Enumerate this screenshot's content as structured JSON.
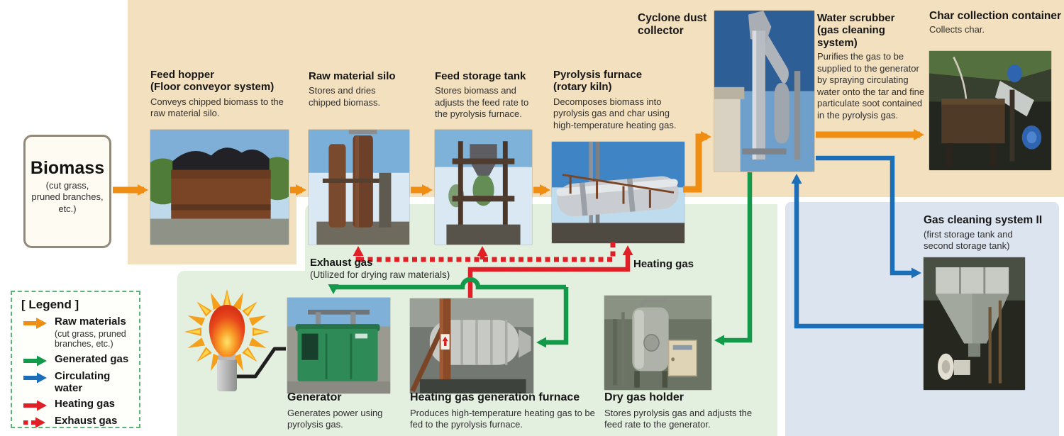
{
  "colors": {
    "raw_materials": "#EF8E13",
    "generated_gas": "#12994A",
    "circulating_water": "#1B6EB8",
    "heating_gas": "#E01F26",
    "exhaust_gas": "#E01F26",
    "panel_beige": "#F3E0BE",
    "panel_green": "#E3EFDF",
    "panel_blue": "#DCE4F0"
  },
  "biomass": {
    "title": "Biomass",
    "subtitle": "(cut grass,\npruned branches,\netc.)"
  },
  "equipment": {
    "feed_hopper": {
      "title": "Feed hopper",
      "subtitle": "(Floor conveyor system)",
      "desc": "Conveys chipped biomass to the raw material silo."
    },
    "raw_material_silo": {
      "title": "Raw material silo",
      "desc": "Stores and dries chipped biomass."
    },
    "feed_storage_tank": {
      "title": "Feed storage tank",
      "desc": "Stores biomass and adjusts the feed rate to the pyrolysis furnace."
    },
    "pyrolysis_furnace": {
      "title": "Pyrolysis furnace",
      "subtitle": "(rotary kiln)",
      "desc": "Decomposes biomass into pyrolysis gas and char using high-temperature heating gas."
    },
    "cyclone": {
      "title": "Cyclone dust\ncollector"
    },
    "water_scrubber": {
      "title": "Water scrubber",
      "subtitle": "(gas cleaning system)",
      "desc": "Purifies the gas to be supplied to the generator by spraying circulating water onto the tar and fine particulate soot contained in the pyrolysis gas."
    },
    "char_container": {
      "title": "Char collection container",
      "desc": "Collects char."
    },
    "gas_cleaning_2": {
      "title": "Gas cleaning system II",
      "subtitle": "(first storage tank and second storage tank)"
    },
    "dry_gas_holder": {
      "title": "Dry gas holder",
      "desc": "Stores pyrolysis gas and adjusts the feed rate to the generator."
    },
    "heating_furnace": {
      "title": "Heating gas generation furnace",
      "desc": "Produces high-temperature heating gas to be fed to the pyrolysis furnace."
    },
    "generator": {
      "title": "Generator",
      "desc": "Generates power using pyrolysis gas."
    }
  },
  "flow_labels": {
    "exhaust_gas": "Exhaust gas",
    "exhaust_gas_note": "(Utilized for drying raw materials)",
    "heating_gas": "Heating gas"
  },
  "legend": {
    "title": "[ Legend ]",
    "items": [
      {
        "label": "Raw materials",
        "note": "(cut grass, pruned\nbranches, etc.)",
        "style": "solid",
        "color": "#EF8E13"
      },
      {
        "label": "Generated gas",
        "style": "solid",
        "color": "#12994A"
      },
      {
        "label": "Circulating water",
        "style": "solid",
        "color": "#1B6EB8"
      },
      {
        "label": "Heating gas",
        "style": "solid",
        "color": "#E01F26"
      },
      {
        "label": "Exhaust gas",
        "style": "dashed",
        "color": "#E01F26"
      }
    ]
  }
}
